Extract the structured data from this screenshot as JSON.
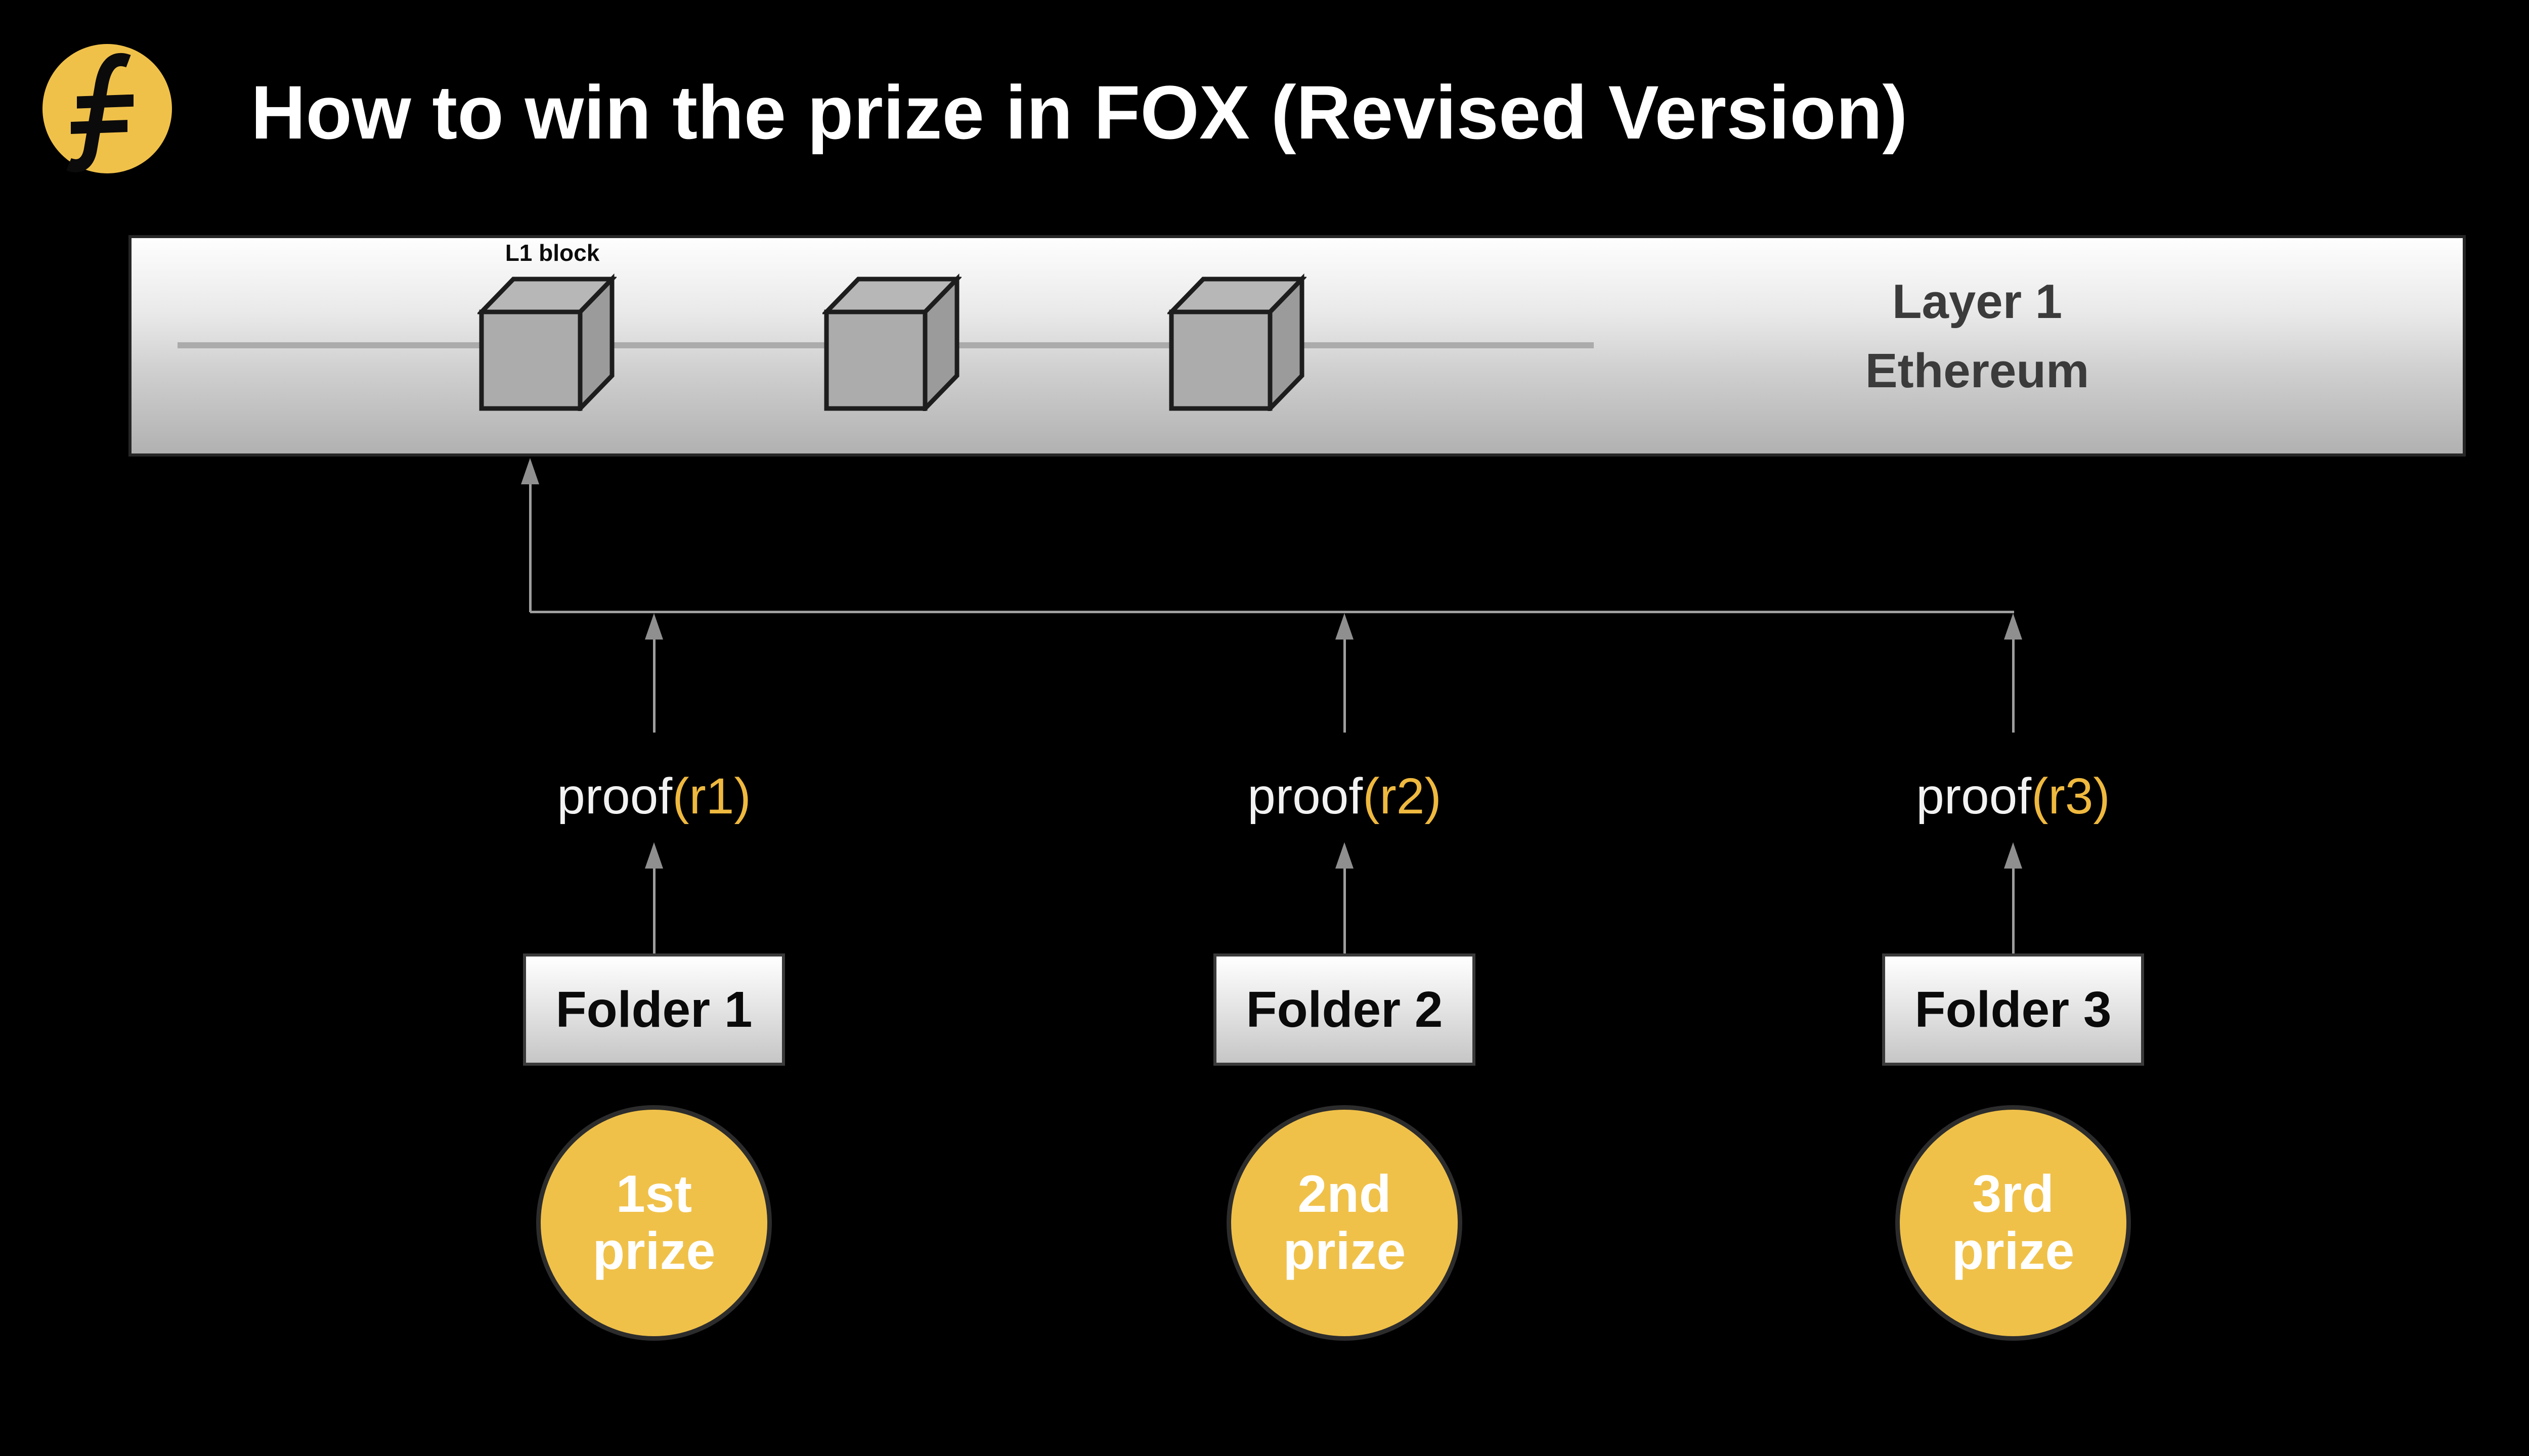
{
  "slide": {
    "title": "How to win the prize in FOX (Revised Version)"
  },
  "logo": {
    "name": "Filecoin",
    "glyph": "ƒ"
  },
  "layer1_bar": {
    "block_label": "L1 block",
    "name_line1": "Layer 1",
    "name_line2": "Ethereum",
    "block_count": 3
  },
  "columns": [
    {
      "proof_prefix": "proof",
      "proof_arg": "(r1)",
      "folder_label": "Folder 1",
      "prize_line1": "1st",
      "prize_line2": "prize"
    },
    {
      "proof_prefix": "proof",
      "proof_arg": "(r2)",
      "folder_label": "Folder 2",
      "prize_line1": "2nd",
      "prize_line2": "prize"
    },
    {
      "proof_prefix": "proof",
      "proof_arg": "(r3)",
      "folder_label": "Folder 3",
      "prize_line1": "3rd",
      "prize_line2": "prize"
    }
  ],
  "colors": {
    "background": "#000000",
    "gold": "#F0C149",
    "proof_arg_gold": "#EFB93F",
    "title_text": "#FFFFFF",
    "bar_label_text": "#3B3B3B",
    "block_gray": "#ACACAC",
    "arrow_gray": "#9E9E9E"
  }
}
